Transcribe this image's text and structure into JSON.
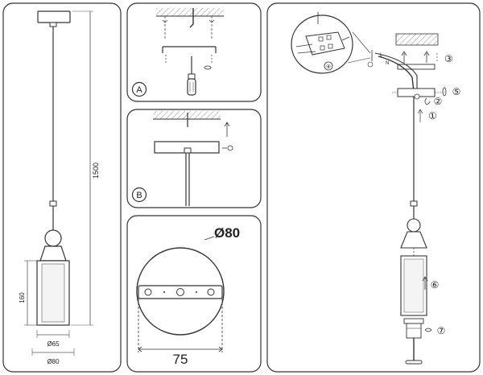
{
  "panels": {
    "dimensions": {
      "height_total": "1500",
      "height_shade": "160",
      "diameter_tube": "Ø65",
      "diameter_canopy": "Ø80"
    },
    "step_a": {
      "badge": "A"
    },
    "step_b": {
      "badge": "B"
    },
    "canopy_detail": {
      "diameter": "Ø80",
      "hole_spacing": "75"
    },
    "assembly": {
      "callouts": [
        "①",
        "②",
        "③",
        "④",
        "⑤",
        "⑥",
        "⑦"
      ]
    }
  }
}
